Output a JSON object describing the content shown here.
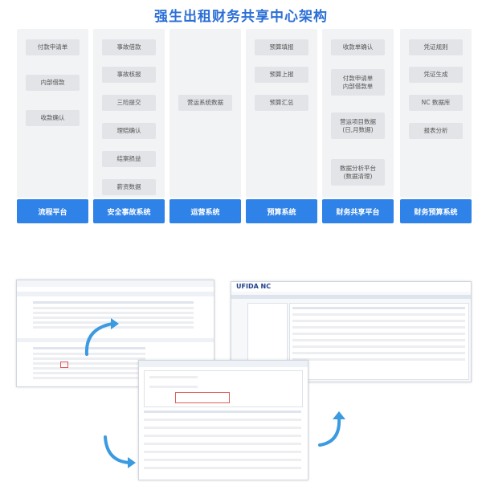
{
  "title": "强生出租财务共享中心架构",
  "columns": [
    {
      "footer": "流程平台",
      "items": [
        "付款申请单",
        "内部借款",
        "收款确认"
      ]
    },
    {
      "footer": "安全事故系统",
      "items": [
        "事故借款",
        "事故核报",
        "三险提交",
        "理赔确认",
        "结案损益",
        "薪资数据"
      ]
    },
    {
      "footer": "运营系统",
      "items": [
        "营运系统数据"
      ]
    },
    {
      "footer": "预算系统",
      "items": [
        "预算填报",
        "预算上报",
        "预算汇总"
      ]
    },
    {
      "footer": "财务共享平台",
      "items": [
        "收款单确认",
        "付款申请单\n内部借款单",
        "营运项目数据\n(日,月数据)",
        "数据分析平台\n(数据清理)"
      ]
    },
    {
      "footer": "财务预算系统",
      "items": [
        "凭证规则",
        "凭证生成",
        "NC 数据库",
        "报表分析"
      ]
    }
  ],
  "screenshot_right": {
    "logo": "UFIDA NC"
  },
  "colors": {
    "title": "#2c6fd6",
    "footer_bg": "#2f82e8",
    "panel_bg": "#f2f3f5",
    "item_bg": "#e3e4e7",
    "arrow": "#3b9ae0"
  }
}
